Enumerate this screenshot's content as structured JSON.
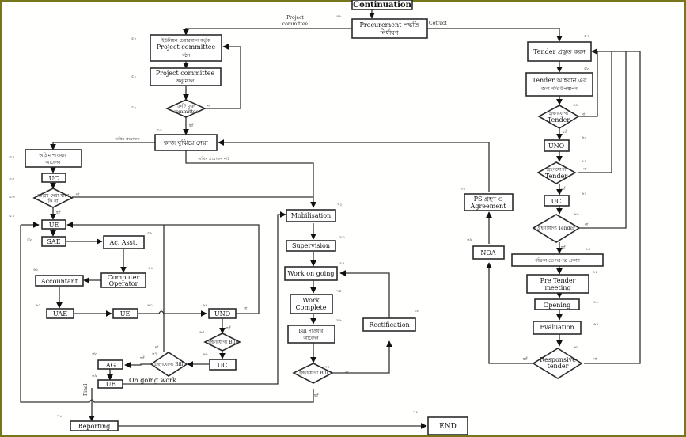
{
  "diagram": {
    "start": "Continuation",
    "procurement": [
      "Procurement পদ্ধতি",
      "নির্ধারণ"
    ],
    "edge_project_committee": [
      "Project",
      "committee"
    ],
    "edge_contract": "Cotract",
    "pc_formation": [
      "ইউনিয়ন চেয়ারম্যান কর্তৃক",
      "Project committee",
      "গঠন"
    ],
    "pc_approval": [
      "Project committee",
      "অনুমোদন"
    ],
    "pc_check": [
      "ত্রুটি মুক্ত",
      "committee"
    ],
    "handover": "কাজ বুঝিয়ে নেয়া",
    "edge_advance_needed": "অগ্রিম প্রয়োজন",
    "edge_no_advance": "অগ্রিম প্রয়োজন নাই",
    "advance_apply": [
      "অগ্রিম পাওয়ার",
      "আবেদন"
    ],
    "uc1": "UC",
    "advance_check": [
      "অগ্রিম দেয়া যাবে",
      "কি না"
    ],
    "ue1": "UE",
    "sae": "SAE",
    "ac_asst": "Ac. Asst.",
    "computer_operator": [
      "Computer",
      "Operator"
    ],
    "accountant": "Accountant",
    "uae": "UAE",
    "ue2": "UE",
    "uno1": "UNO",
    "bill_check1": "গ্রহণযোগ্য Bill",
    "uc2": "UC",
    "bill_check2": "গ্রহণযোগ্য Bill",
    "ag": "AG",
    "ue3": "UE",
    "on_going_work": "On going work",
    "final": "Final",
    "reporting": "Reporting",
    "end": "END",
    "mobilisation": "Mobilisation",
    "supervision": "Supervision",
    "work_on_going": "Work on going",
    "work_complete": [
      "Work",
      "Complete"
    ],
    "bill_apply": [
      "Bill পাওয়ার",
      "আবেদন"
    ],
    "bill_check3": "গ্রহণযোগ্য Bill",
    "rectification": "Rectification",
    "tender_prepare": "Tender প্রস্তুত করন",
    "tender_invite": [
      "Tender আহবান এর",
      "জন্য নথি উপস্থাপন"
    ],
    "tender_check1": [
      "গ্রহণযোগ্য",
      "Tender"
    ],
    "uno2": "UNO",
    "tender_check2": [
      "গ্রহণযোগ্য",
      "Tender"
    ],
    "uc3": "UC",
    "tender_check3": "গ্রহণযোগ্য Tender",
    "newspaper": "পত্রিকা তে দরপত্র প্রকাশ",
    "pre_tender": [
      "Pre Tender",
      "meeting"
    ],
    "opening": "Opening",
    "evaluation": "Evaluation",
    "responsive": [
      "Responsive",
      "tender"
    ],
    "noa": "NOA",
    "ps_agreement": [
      "PS গ্রহণ ও",
      "Agreement"
    ],
    "yes": "হ্যাঁ",
    "no": "না",
    "step_numbers": {
      "procurement": "৪৯",
      "pc_formation": "৫০",
      "pc_approval": "৫১",
      "pc_check": "৫২",
      "handover": "৫৩",
      "advance_apply": "৫৪",
      "uc1": "৫৫",
      "advance_check": "৫৬",
      "ue1": "৫৭",
      "sae": "৫৮",
      "ac_asst": "৫৯",
      "computer_operator": "৬০",
      "accountant": "৬১",
      "uae": "৬২",
      "ue2": "৬৩",
      "uno1": "৬৪",
      "bill_check1": "৬৫",
      "uc2": "৬৬",
      "bill_check2": "৬৭",
      "ag": "৬৮",
      "ue3": "৬৯",
      "reporting": "৭০",
      "end": "৭১",
      "mobilisation": "৭২",
      "supervision": "৭৩",
      "work_on_going": "৭৪",
      "work_complete": "৭৫",
      "bill_apply": "৭৬",
      "bill_check3": "৭৭",
      "rectification": "৭৮",
      "tender_prepare": "৫৭",
      "tender_invite": "৫৮",
      "tender_check1": "৫৯",
      "uno2": "৬০",
      "tender_check2": "৬১",
      "uc3": "৬২",
      "tender_check3": "৬৩",
      "newspaper": "৬৪",
      "pre_tender": "৬৫",
      "opening": "৬৬",
      "evaluation": "৬৭",
      "responsive": "৬৮",
      "noa": "৬৯",
      "ps_agreement": "৭০"
    }
  }
}
